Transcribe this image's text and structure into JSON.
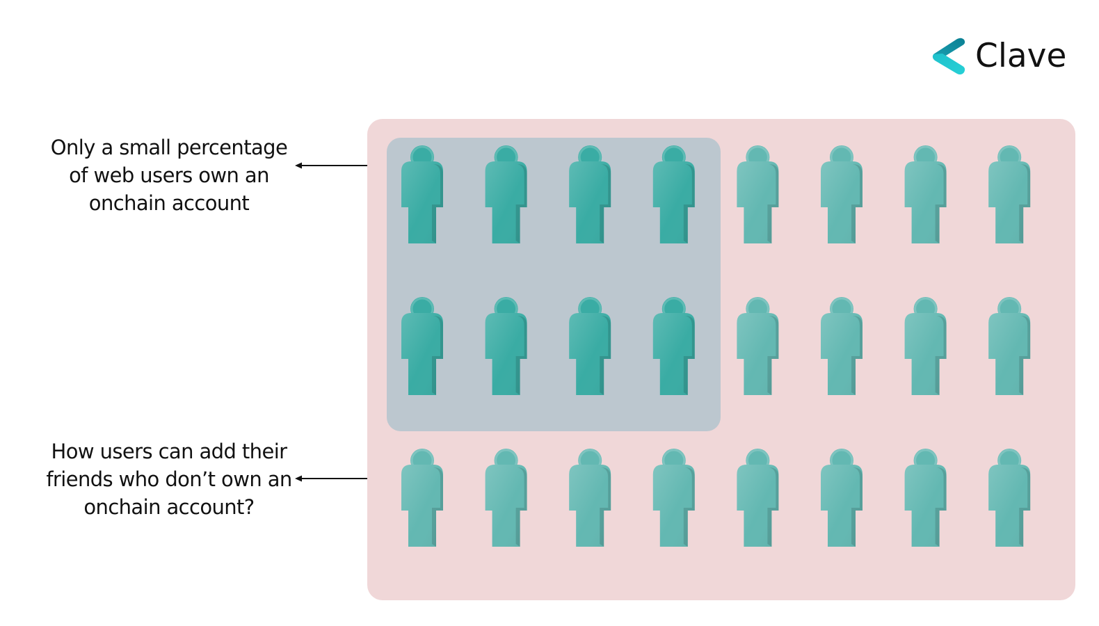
{
  "brand": {
    "name": "Clave",
    "accent_color": "#1fb7c4",
    "logo_icon": "clave-chevron-logo-icon"
  },
  "annotations": {
    "top": {
      "text": "Only a small percentage of web users own an onchain account",
      "lines": [
        "Only a small percentage",
        "of web users own an",
        "onchain account"
      ]
    },
    "bottom": {
      "text": "How users can add their friends who don’t own an onchain account?",
      "lines": [
        "How users can add their",
        "friends who don’t own an",
        "onchain account?"
      ]
    }
  },
  "population": {
    "icon": "person-icon",
    "rows": 3,
    "columns": 8,
    "onchain_group": {
      "rows": 2,
      "columns": 4
    },
    "colors": {
      "panel_background": "#f0d7d8",
      "group_background": "#bcc7cf",
      "person_onchain": "#3aaca4",
      "person_other": "#63b8b2"
    }
  }
}
